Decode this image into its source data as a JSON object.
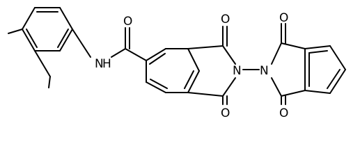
{
  "diagram": {
    "atoms": [
      {
        "id": "amide-N",
        "label": "N"
      },
      {
        "id": "amide-H",
        "label": "H"
      },
      {
        "id": "amide-O",
        "label": "O"
      },
      {
        "id": "imide1-N",
        "label": "N"
      },
      {
        "id": "imide1-O-top",
        "label": "O"
      },
      {
        "id": "imide1-O-bottom",
        "label": "O"
      },
      {
        "id": "imide2-N",
        "label": "N"
      },
      {
        "id": "imide2-O-top",
        "label": "O"
      },
      {
        "id": "imide2-O-bottom",
        "label": "O"
      }
    ],
    "colors": {
      "bond": "#000000",
      "label": "#000000",
      "background": "#ffffff"
    }
  }
}
